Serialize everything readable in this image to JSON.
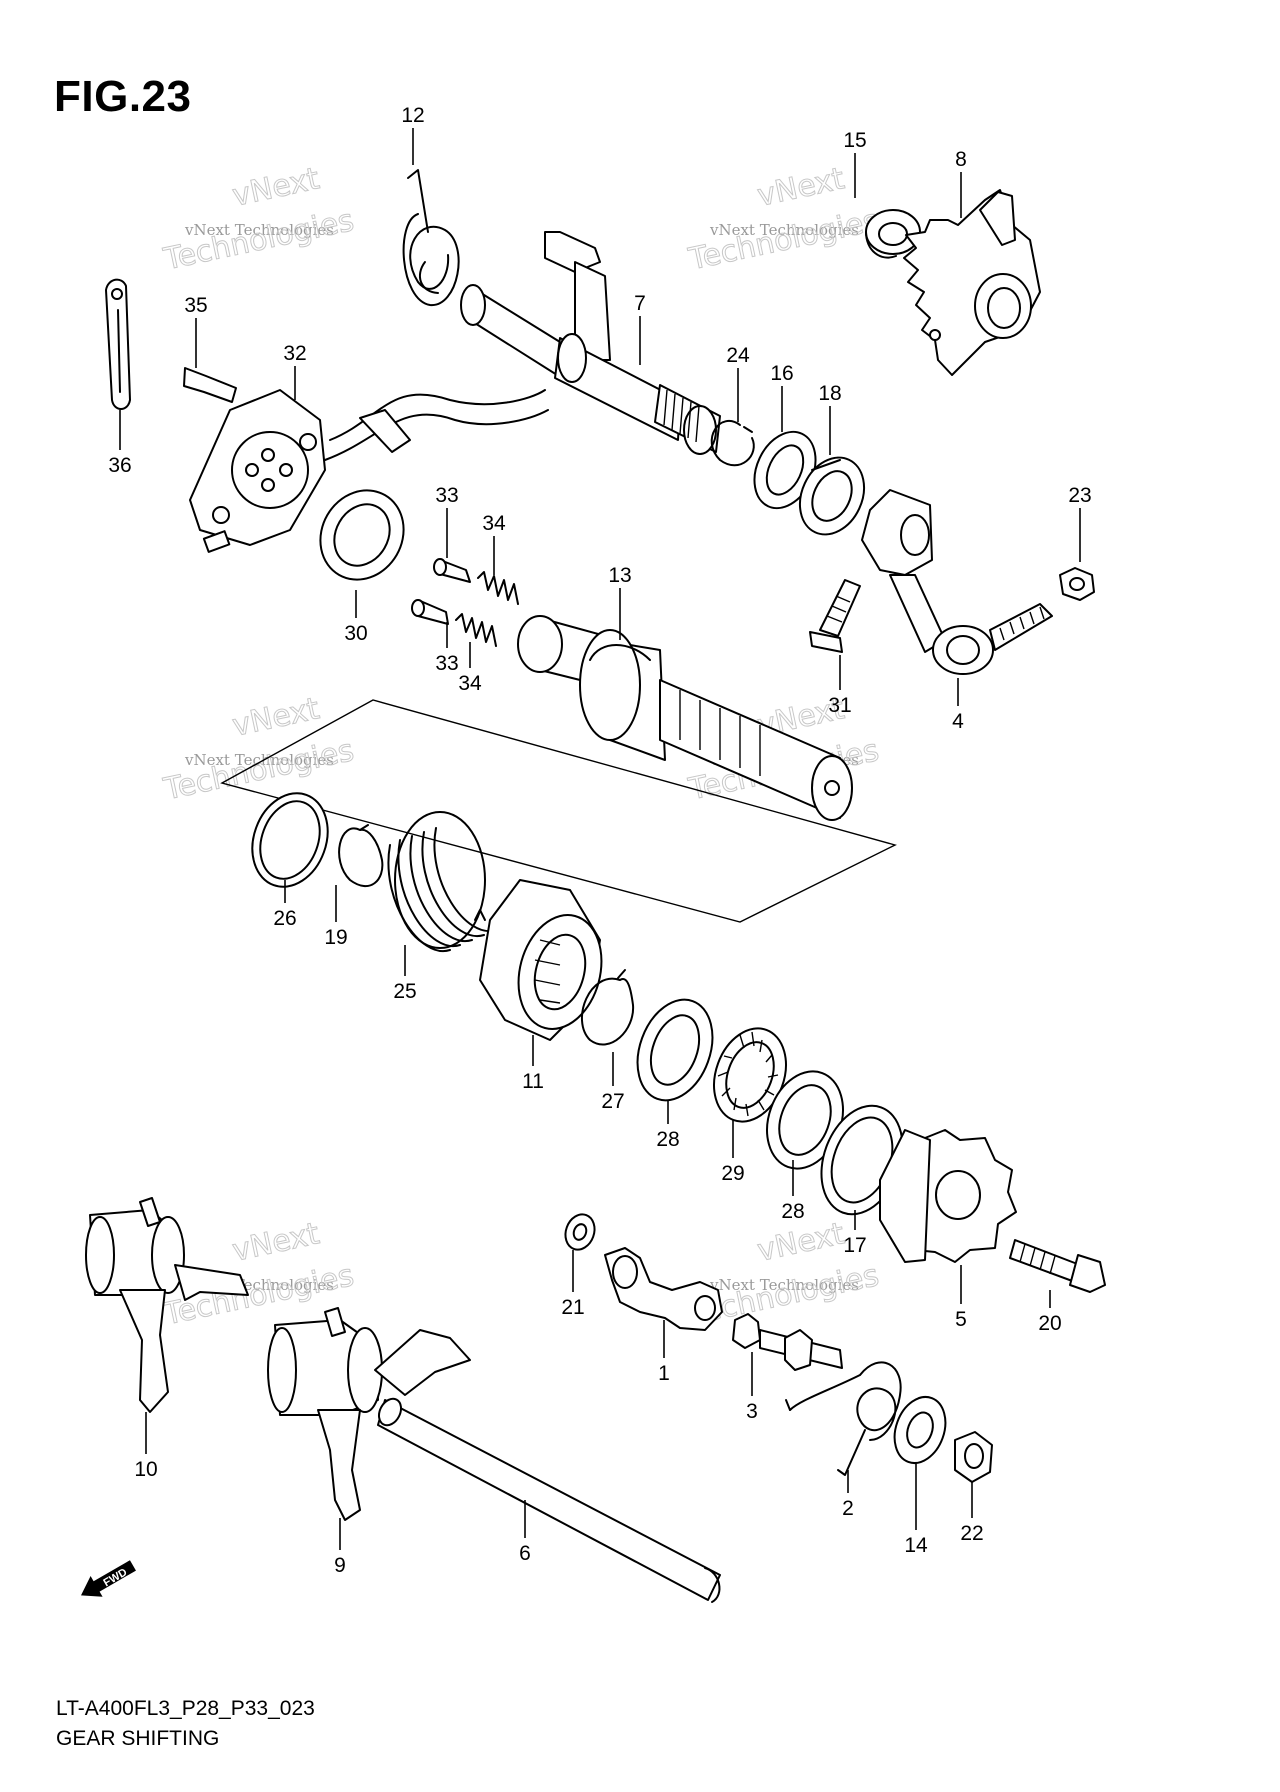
{
  "figure": {
    "title": "FIG.23",
    "model_code": "LT-A400FL3_P28_P33_023",
    "caption": "GEAR SHIFTING"
  },
  "watermark": {
    "line1": "vNext Technologies",
    "line2": "Technologies",
    "line3": "vNext"
  },
  "direction_badge": {
    "label": "FWD"
  },
  "callouts": [
    "12",
    "15",
    "8",
    "7",
    "35",
    "32",
    "36",
    "24",
    "16",
    "18",
    "33",
    "34",
    "23",
    "13",
    "30",
    "33",
    "34",
    "31",
    "4",
    "26",
    "19",
    "25",
    "11",
    "27",
    "28",
    "29",
    "28",
    "17",
    "5",
    "20",
    "21",
    "1",
    "3",
    "10",
    "9",
    "6",
    "2",
    "14",
    "22"
  ]
}
